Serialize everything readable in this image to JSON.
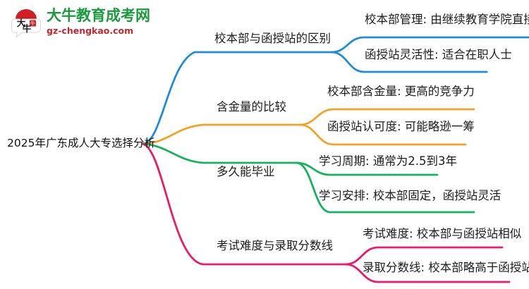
{
  "logo": {
    "mark_alt": "da-niu-logo",
    "cn_name": "大牛教育成考网",
    "domain": "gz-chengkao.com",
    "cn_color": "#1a9a3c",
    "domain_color": "#c9262b",
    "mark_color": "#d21f26"
  },
  "mindmap": {
    "root": {
      "label": "2025年广东成人大专选择分析"
    },
    "branches": [
      {
        "label": "校本部与函授站的区别",
        "color": "#1f8cdb",
        "children": [
          {
            "label": "校本部管理: 由继续教育学院直接管理"
          },
          {
            "label": "函授站灵活性: 适合在职人士"
          }
        ]
      },
      {
        "label": "含金量的比较",
        "color": "#efa426",
        "children": [
          {
            "label": "校本部含金量: 更高的竞争力"
          },
          {
            "label": "函授站认可度: 可能略逊一筹"
          }
        ]
      },
      {
        "label": "多久能毕业",
        "color": "#16b35e",
        "children": [
          {
            "label": "学习周期: 通常为2.5到3年"
          },
          {
            "label": "学习安排: 校本部固定，函授站灵活"
          }
        ]
      },
      {
        "label": "考试难度与录取分数线",
        "color": "#ec1a6b",
        "children": [
          {
            "label": "考试难度: 校本部与函授站相似"
          },
          {
            "label": "录取分数线: 校本部略高于函授站"
          }
        ]
      }
    ]
  }
}
